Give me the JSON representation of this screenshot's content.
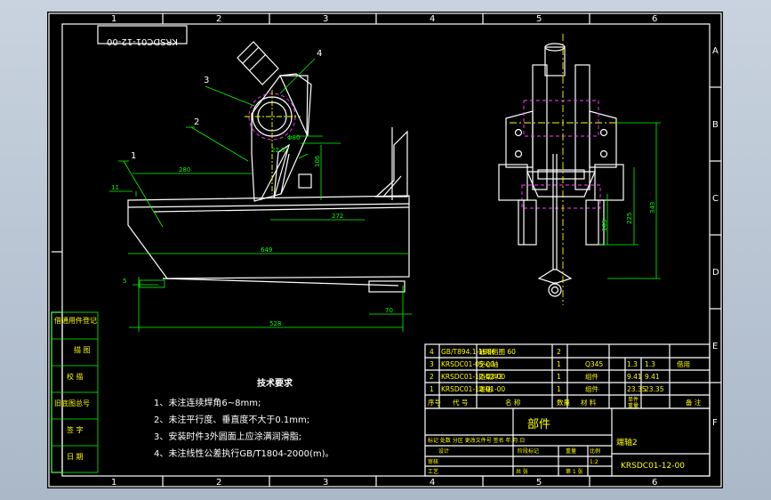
{
  "zones": {
    "columns": [
      "1",
      "2",
      "3",
      "4",
      "5",
      "6"
    ],
    "rows": [
      "A",
      "B",
      "C",
      "D",
      "E",
      "F"
    ]
  },
  "drawing": {
    "code_rotated": "KRSDC01-12-00"
  },
  "margin_table": [
    "借通用件登记",
    "描 图",
    "校 描",
    "旧底图总号",
    "签 字",
    "日 期"
  ],
  "front_view": {
    "callouts": [
      "1",
      "2",
      "3",
      "4"
    ],
    "dimensions": [
      "280",
      "11",
      "272",
      "649",
      "5",
      "528",
      "70",
      "106",
      "Φ80",
      "22.5°"
    ]
  },
  "side_view": {
    "dimensions": [
      "343",
      "225",
      "105"
    ]
  },
  "tech_requirements": {
    "title": "技术要求",
    "lines": [
      "1、未注连续焊角6~8mm;",
      "2、未注平行度、垂直度不大于0.1mm;",
      "3、安装时件3外圆面上应涂满润滑脂;",
      "4、未注线性公差执行GB/T1804-2000(m)。"
    ]
  },
  "parts": [
    [
      "4",
      "GB/T894.1-1986",
      "轴用挡圈 60",
      "2",
      "",
      "",
      "",
      ""
    ],
    [
      "3",
      "KRSDC01-05-00",
      "空心轴",
      "1",
      "Q345",
      "1.3",
      "1.3",
      "借用"
    ],
    [
      "2",
      "KRSDC01-12-02-00",
      "挡架焊2",
      "1",
      "组件",
      "9.41",
      "9.41",
      ""
    ],
    [
      "1",
      "KRSDC01-12-01-00",
      "端轴",
      "1",
      "组件",
      "23.35",
      "23.35",
      ""
    ]
  ],
  "parts_header": [
    "序号",
    "代 号",
    "名 称",
    "数量",
    "材 料",
    "单件",
    "重量",
    "备 注"
  ],
  "title_block": {
    "category": "部件",
    "name": "端轴2",
    "drawing_number": "KRSDC01-12-00",
    "rev_row": "标记 处数 分区 更改文件号 签名 年.月.日",
    "design_label": "设计",
    "stage_label": "阶段标记",
    "weight_label": "重量",
    "scale_label": "比例",
    "review": "审核",
    "scale_value": "1:2",
    "process": "工艺",
    "sheets": "共 张",
    "sheet_no": "第 1 张"
  }
}
